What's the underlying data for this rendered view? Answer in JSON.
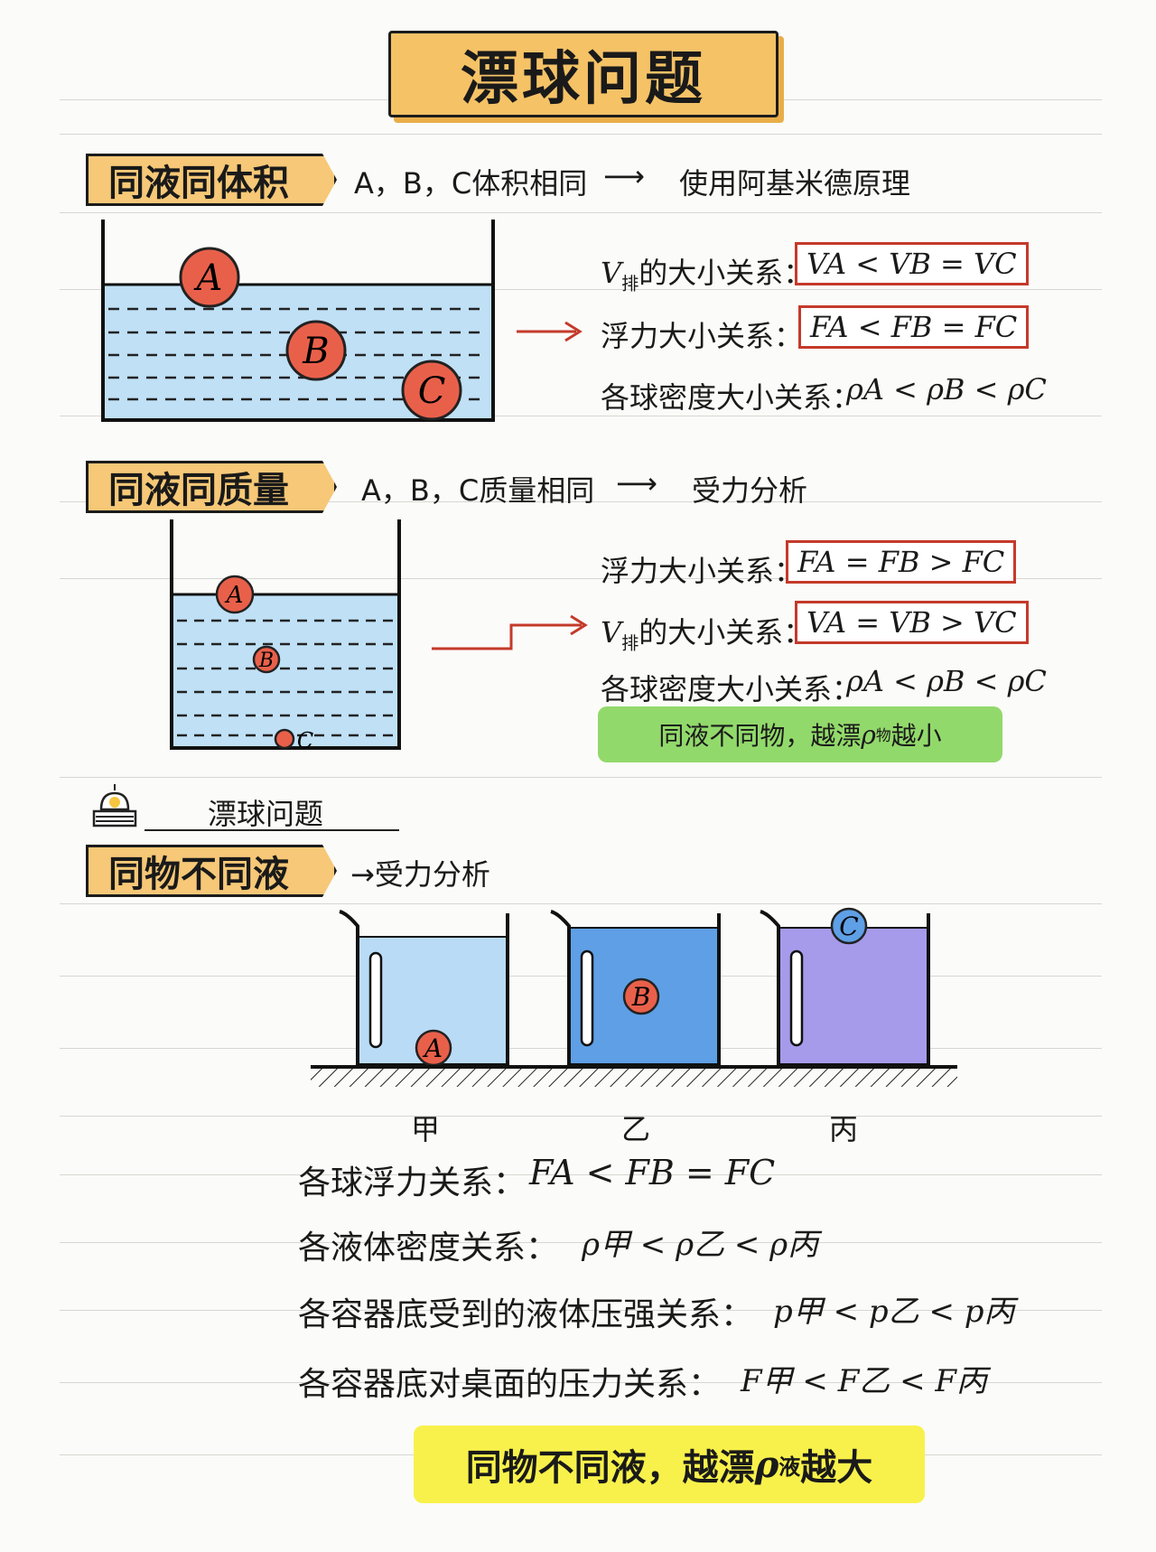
{
  "title": "漂球问题",
  "section1": {
    "tag": "同液同体积",
    "note": "A，B，C体积相同",
    "arrow": "⟶",
    "method": "使用阿基米德原理",
    "rows": [
      {
        "label": "V",
        "label_sub": "排",
        "label_rest": "的大小关系：",
        "formula": "VA < VB = VC"
      },
      {
        "label": "浮力大小关系：",
        "formula": "FA < FB = FC"
      },
      {
        "label": "各球密度大小关系：",
        "formula": "ρA < ρB < ρC"
      }
    ],
    "balls": [
      "A",
      "B",
      "C"
    ]
  },
  "section2": {
    "tag": "同液同质量",
    "note": "A，B，C质量相同",
    "arrow": "⟶",
    "method": "受力分析",
    "rows": [
      {
        "label": "浮力大小关系：",
        "formula": "FA = FB > FC"
      },
      {
        "label": "V",
        "label_sub": "排",
        "label_rest": "的大小关系：",
        "formula": "VA = VB > VC"
      },
      {
        "label": "各球密度大小关系：",
        "formula": "ρA < ρB < ρC"
      }
    ],
    "conclusion_pre": "同液不同物，越漂",
    "conclusion_rho": "ρ",
    "conclusion_sub": "物",
    "conclusion_post": "越小",
    "balls": [
      "A",
      "B",
      "C"
    ]
  },
  "mini_heading": "漂球问题",
  "section3": {
    "tag": "同物不同液",
    "method": "→受力分析",
    "beakers": [
      {
        "label": "甲",
        "ball": "A",
        "color": "#b9dbf5"
      },
      {
        "label": "乙",
        "ball": "B",
        "color": "#5e9fe6"
      },
      {
        "label": "丙",
        "ball": "C",
        "color": "#a59bea"
      }
    ],
    "lines": [
      {
        "label": "各球浮力关系：",
        "formula": "FA < FB = FC"
      },
      {
        "label": "各液体密度关系：",
        "formula": "ρ甲 < ρ乙 < ρ丙"
      },
      {
        "label": "各容器底受到的液体压强关系：",
        "formula": "p甲 < p乙 < p丙"
      },
      {
        "label": "各容器底对桌面的压力关系：",
        "formula": "F甲 < F乙 < F丙"
      }
    ],
    "conclusion_pre": "同物不同液，越漂",
    "conclusion_rho": "ρ",
    "conclusion_sub": "液",
    "conclusion_post": "越大"
  },
  "colors": {
    "tag": "#f6c877",
    "box_border": "#c43a2a",
    "ball": "#e9604a",
    "green": "#92d96b",
    "yellow": "#f8f14b"
  }
}
